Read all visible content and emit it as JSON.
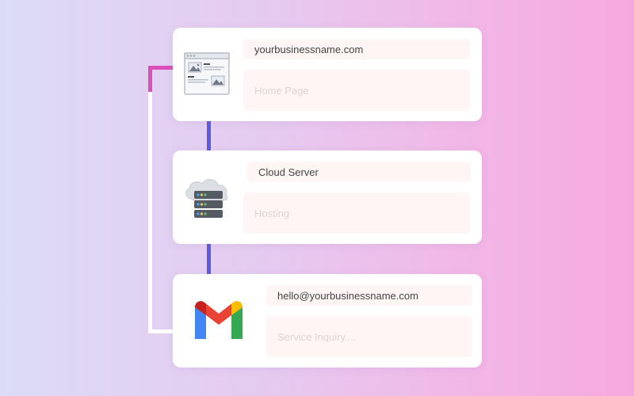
{
  "cards": [
    {
      "icon": "browser-window-icon",
      "title": "yourbusinessname.com",
      "subtitle": "Home Page"
    },
    {
      "icon": "cloud-server-icon",
      "title": "Cloud Server",
      "subtitle": "Hosting"
    },
    {
      "icon": "gmail-icon",
      "title": "hello@yourbusinessname.com",
      "subtitle": "Service Inquiry...."
    }
  ],
  "colors": {
    "connector_blue": "#5a5ce0",
    "bracket_pink": "#dc4fb9",
    "bracket_white": "#ffffff",
    "gmail_red": "#ea4335",
    "gmail_blue": "#4285f4",
    "gmail_green": "#34a853",
    "gmail_yellow": "#fbbc04"
  }
}
